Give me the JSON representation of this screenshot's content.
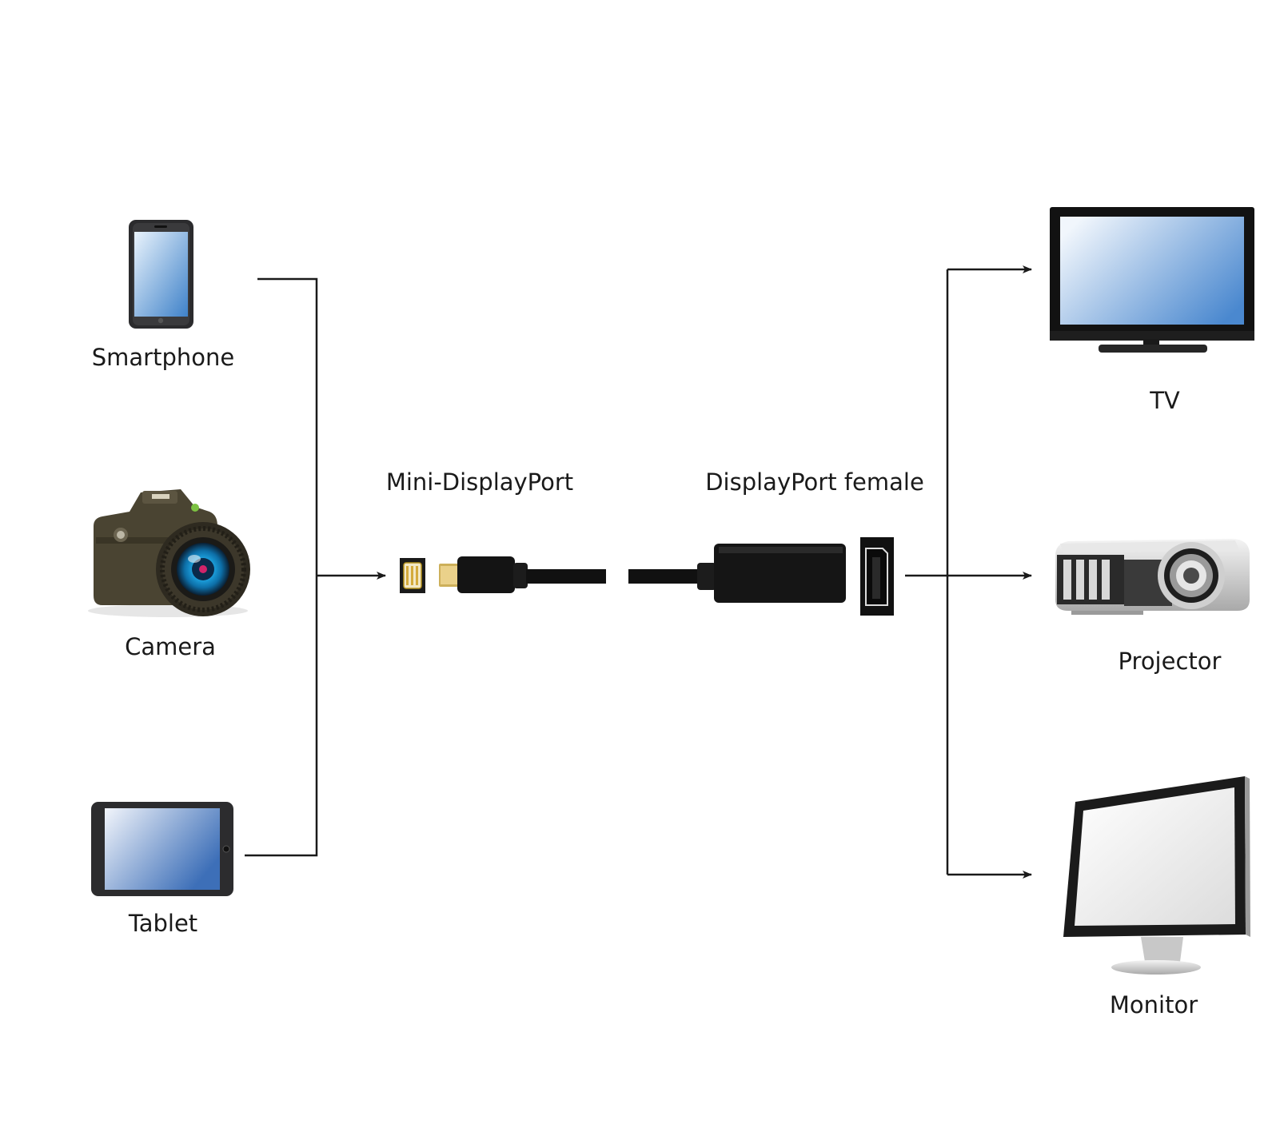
{
  "labels": {
    "smartphone": "Smartphone",
    "camera": "Camera",
    "tablet": "Tablet",
    "mini_displayport": "Mini-DisplayPort",
    "displayport_female": "DisplayPort female",
    "tv": "TV",
    "projector": "Projector",
    "monitor": "Monitor"
  },
  "colors": {
    "line": "#1a1a1a",
    "screen_light": "#e9f1fb",
    "screen_dark": "#3f82c9",
    "lens": "#1fa9e6",
    "gold": "#d4aa3c"
  }
}
